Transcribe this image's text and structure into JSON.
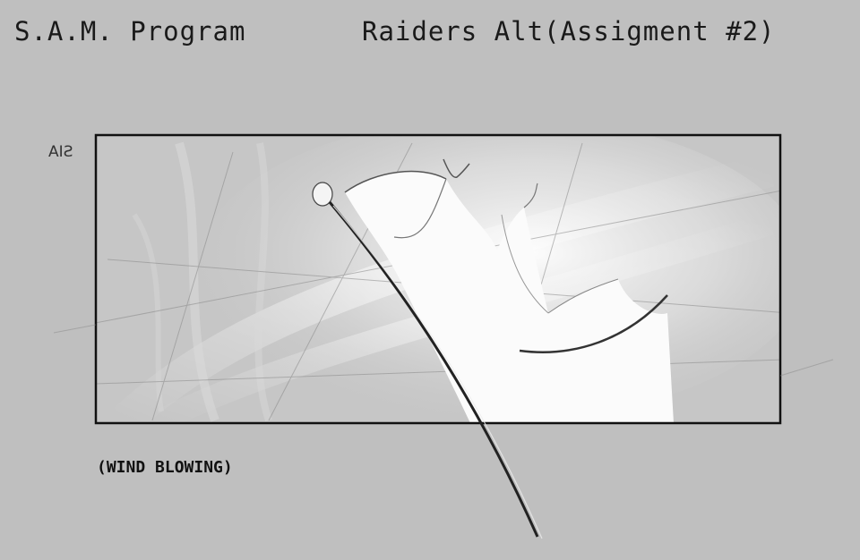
{
  "header": {
    "program": "S.A.M. Program",
    "assignment": "Raiders Alt(Assigment #2)"
  },
  "panel": {
    "corner_mark": "SIA",
    "caption": "(WIND BLOWING)",
    "description_icon": "flag-blowing-illustration"
  },
  "colors": {
    "background": "#bfbfbf",
    "frame": "#111111",
    "highlight": "#ffffff"
  }
}
